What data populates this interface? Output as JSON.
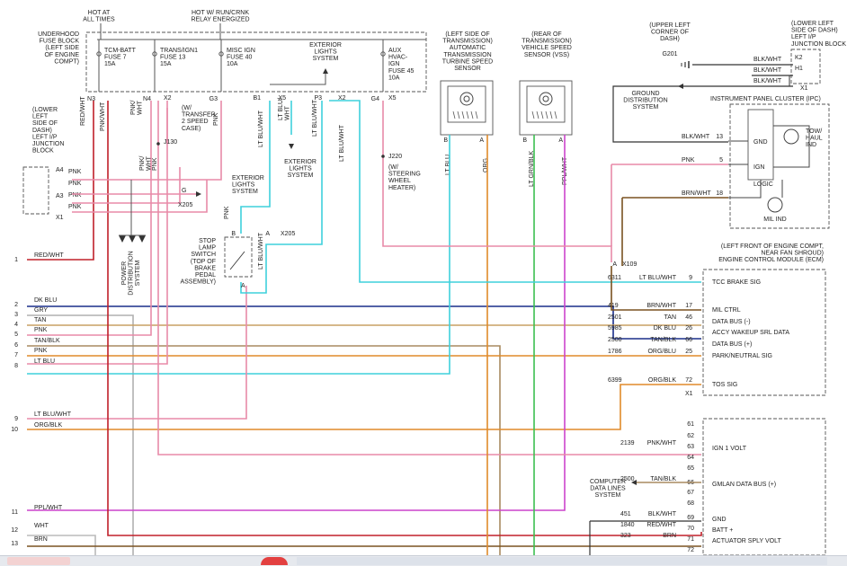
{
  "fuse_block": {
    "hot_at_all_times": "HOT AT\nALL TIMES",
    "hot_run_crank": "HOT W/ RUN/CRNK\nRELAY ENERGIZED",
    "title": "UNDERHOOD\nFUSE BLOCK\n(LEFT SIDE\nOF ENGINE\nCOMPT)",
    "fuses": [
      {
        "label": "TCM-BATT\nFUSE 7\n15A",
        "pin": "N3"
      },
      {
        "label": "TRANS/IGN1\nFUSE 13\n15A",
        "pin": "N4"
      },
      {
        "label": "MISC IGN\nFUSE 40\n10A",
        "pin": "G3"
      },
      {
        "label": "AUX\nHVAC-\nIGN\nFUSE 45\n10A",
        "pin": "G4"
      }
    ],
    "exterior_lights": "EXTERIOR\nLIGHTS\nSYSTEM",
    "pins_extra": [
      "X2",
      "B1",
      "X5",
      "P3",
      "X2",
      "X5"
    ]
  },
  "transmission_sensors": [
    {
      "title": "(LEFT SIDE OF\nTRANSMISSION)\nAUTOMATIC\nTRANSMISSION\nTURBINE SPEED\nSENSOR",
      "pins": [
        "B",
        "A"
      ],
      "wires": [
        "LT BLU",
        "ORG"
      ]
    },
    {
      "title": "(REAR OF\nTRANSMISSION)\nVEHICLE SPEED\nSENSOR (VSS)",
      "pins": [
        "B",
        "A"
      ],
      "wires": [
        "LT GRN/BLK",
        "PPL/WHT"
      ]
    }
  ],
  "dash_block": {
    "title": "(LOWER LEFT\nSIDE OF DASH)\nLEFT I/P\nJUNCTION BLOCK",
    "upper_corner": "(UPPER LEFT\nCORNER OF\nDASH)",
    "g201": "G201",
    "wires": [
      "BLK/WHT",
      "BLK/WHT",
      "BLK/WHT"
    ],
    "pins": [
      "K2",
      "H1",
      "X1"
    ],
    "ground_dist": "GROUND\nDISTRIBUTION\nSYSTEM"
  },
  "ipc": {
    "title": "INSTRUMENT PANEL CLUSTER (IPC)",
    "gnd": "GND",
    "ign": "IGN",
    "logic": "LOGIC",
    "tow": "TOW/\nHAUL\nIND",
    "mil": "MIL IND",
    "pins": [
      {
        "wire": "BLK/WHT",
        "pin": "13"
      },
      {
        "wire": "PNK",
        "pin": "5"
      },
      {
        "wire": "BRN/WHT",
        "pin": "18"
      }
    ]
  },
  "left_block": {
    "title": "(LOWER\nLEFT\nSIDE OF\nDASH)\nLEFT I/P\nJUNCTION\nBLOCK",
    "pins": [
      "A4",
      "A3",
      "X1"
    ],
    "wires": [
      "PNK",
      "PNK",
      "PNK",
      "PNK"
    ]
  },
  "middle": {
    "transfer": "(W/\nTRANSFER\n2 SPEED\nCASE)",
    "j130": "J130",
    "ext_lights_g": "EXTERIOR\nLIGHTS\nSYSTEM",
    "g_pin": "G",
    "x205": "X205",
    "ext_lights_2": "EXTERIOR\nLIGHTS\nSYSTEM",
    "power_dist": "POWER\nDISTRIBUTION\nSYSTEM",
    "stop_lamp": "STOP\nLAMP\nSWITCH\n(TOP OF\nBRAKE\nPEDAL\nASSEMBLY)",
    "j220": "J220",
    "steering": "(W/\nSTEERING\nWHEEL\nHEATER)",
    "wire_labels": [
      "RED/WHT",
      "PNK/WHT",
      "PNK/\nWHT",
      "PNK/\nWHT",
      "PNK",
      "PNK",
      "LT BLU/WHT",
      "LT BLU/\nWHT",
      "LT BLU/WHT",
      "LT BLU/WHT",
      "LT BLU/WHT",
      "PNK"
    ]
  },
  "ecm": {
    "title": "(LEFT FRONT OF ENGINE COMPT,\nNEAR FAN SHROUD)\nENGINE CONTROL MODULE (ECM)",
    "a_pin": "A",
    "x109": "X109",
    "x1": "X1",
    "rows": [
      {
        "circuit": "6311",
        "wire": "LT BLU/WHT",
        "pin": "9",
        "signal": "TCC BRAKE SIG"
      },
      {
        "circuit": "419",
        "wire": "BRN/WHT",
        "pin": "17",
        "signal": "MIL CTRL"
      },
      {
        "circuit": "2501",
        "wire": "TAN",
        "pin": "46",
        "signal": "DATA BUS (-)"
      },
      {
        "circuit": "5985",
        "wire": "DK BLU",
        "pin": "26",
        "signal": "ACCY WAKEUP SRL DATA"
      },
      {
        "circuit": "2500",
        "wire": "TAN/BLK",
        "pin": "66",
        "signal": "DATA BUS (+)"
      },
      {
        "circuit": "1786",
        "wire": "ORG/BLU",
        "pin": "25",
        "signal": "PARK/NEUTRAL SIG"
      },
      {
        "circuit": "6399",
        "wire": "ORG/BLK",
        "pin": "72",
        "signal": "TOS SIG"
      }
    ]
  },
  "tcm": {
    "pins_empty": [
      "61",
      "62",
      "64",
      "65",
      "67",
      "68",
      "72"
    ],
    "rows": [
      {
        "circuit": "2139",
        "wire": "PNK/WHT",
        "pin": "63",
        "signal": "IGN 1 VOLT"
      },
      {
        "circuit": "2500",
        "wire": "TAN/BLK",
        "pin": "66",
        "signal": "GMLAN DATA BUS (+)"
      },
      {
        "circuit": "451",
        "wire": "BLK/WHT",
        "pin": "69",
        "signal": "GND"
      },
      {
        "circuit": "1840",
        "wire": "RED/WHT",
        "pin": "70",
        "signal": "BATT +"
      },
      {
        "circuit": "323",
        "wire": "BRN",
        "pin": "71",
        "signal": "ACTUATOR SPLY VOLT"
      }
    ],
    "computer_data": "COMPUTER\nDATA LINES\nSYSTEM"
  },
  "left_connector": [
    {
      "num": "1",
      "wire": "RED/WHT"
    },
    {
      "num": "2",
      "wire": "DK BLU"
    },
    {
      "num": "3",
      "wire": "GRY"
    },
    {
      "num": "4",
      "wire": "TAN"
    },
    {
      "num": "5",
      "wire": "PNK"
    },
    {
      "num": "6",
      "wire": "TAN/BLK"
    },
    {
      "num": "7",
      "wire": "PNK"
    },
    {
      "num": "8",
      "wire": "LT BLU"
    },
    {
      "num": "9",
      "wire": "LT BLU/WHT"
    },
    {
      "num": "10",
      "wire": "ORG/BLK"
    },
    {
      "num": "11",
      "wire": "PPL/WHT"
    },
    {
      "num": "12",
      "wire": "WHT"
    },
    {
      "num": "13",
      "wire": "BRN"
    }
  ],
  "colors": {
    "red_wht": "#c0202a",
    "pnk": "#e88aa8",
    "lt_blu": "#3fd0dc",
    "dk_blu": "#1a2f8a",
    "gry": "#b0b0b0",
    "tan": "#c8a064",
    "tan_blk": "#a88a60",
    "org": "#e08a2a",
    "ppl": "#cc44cc",
    "lt_grn": "#3cc050",
    "brn": "#7a5220",
    "blk": "#333333"
  }
}
